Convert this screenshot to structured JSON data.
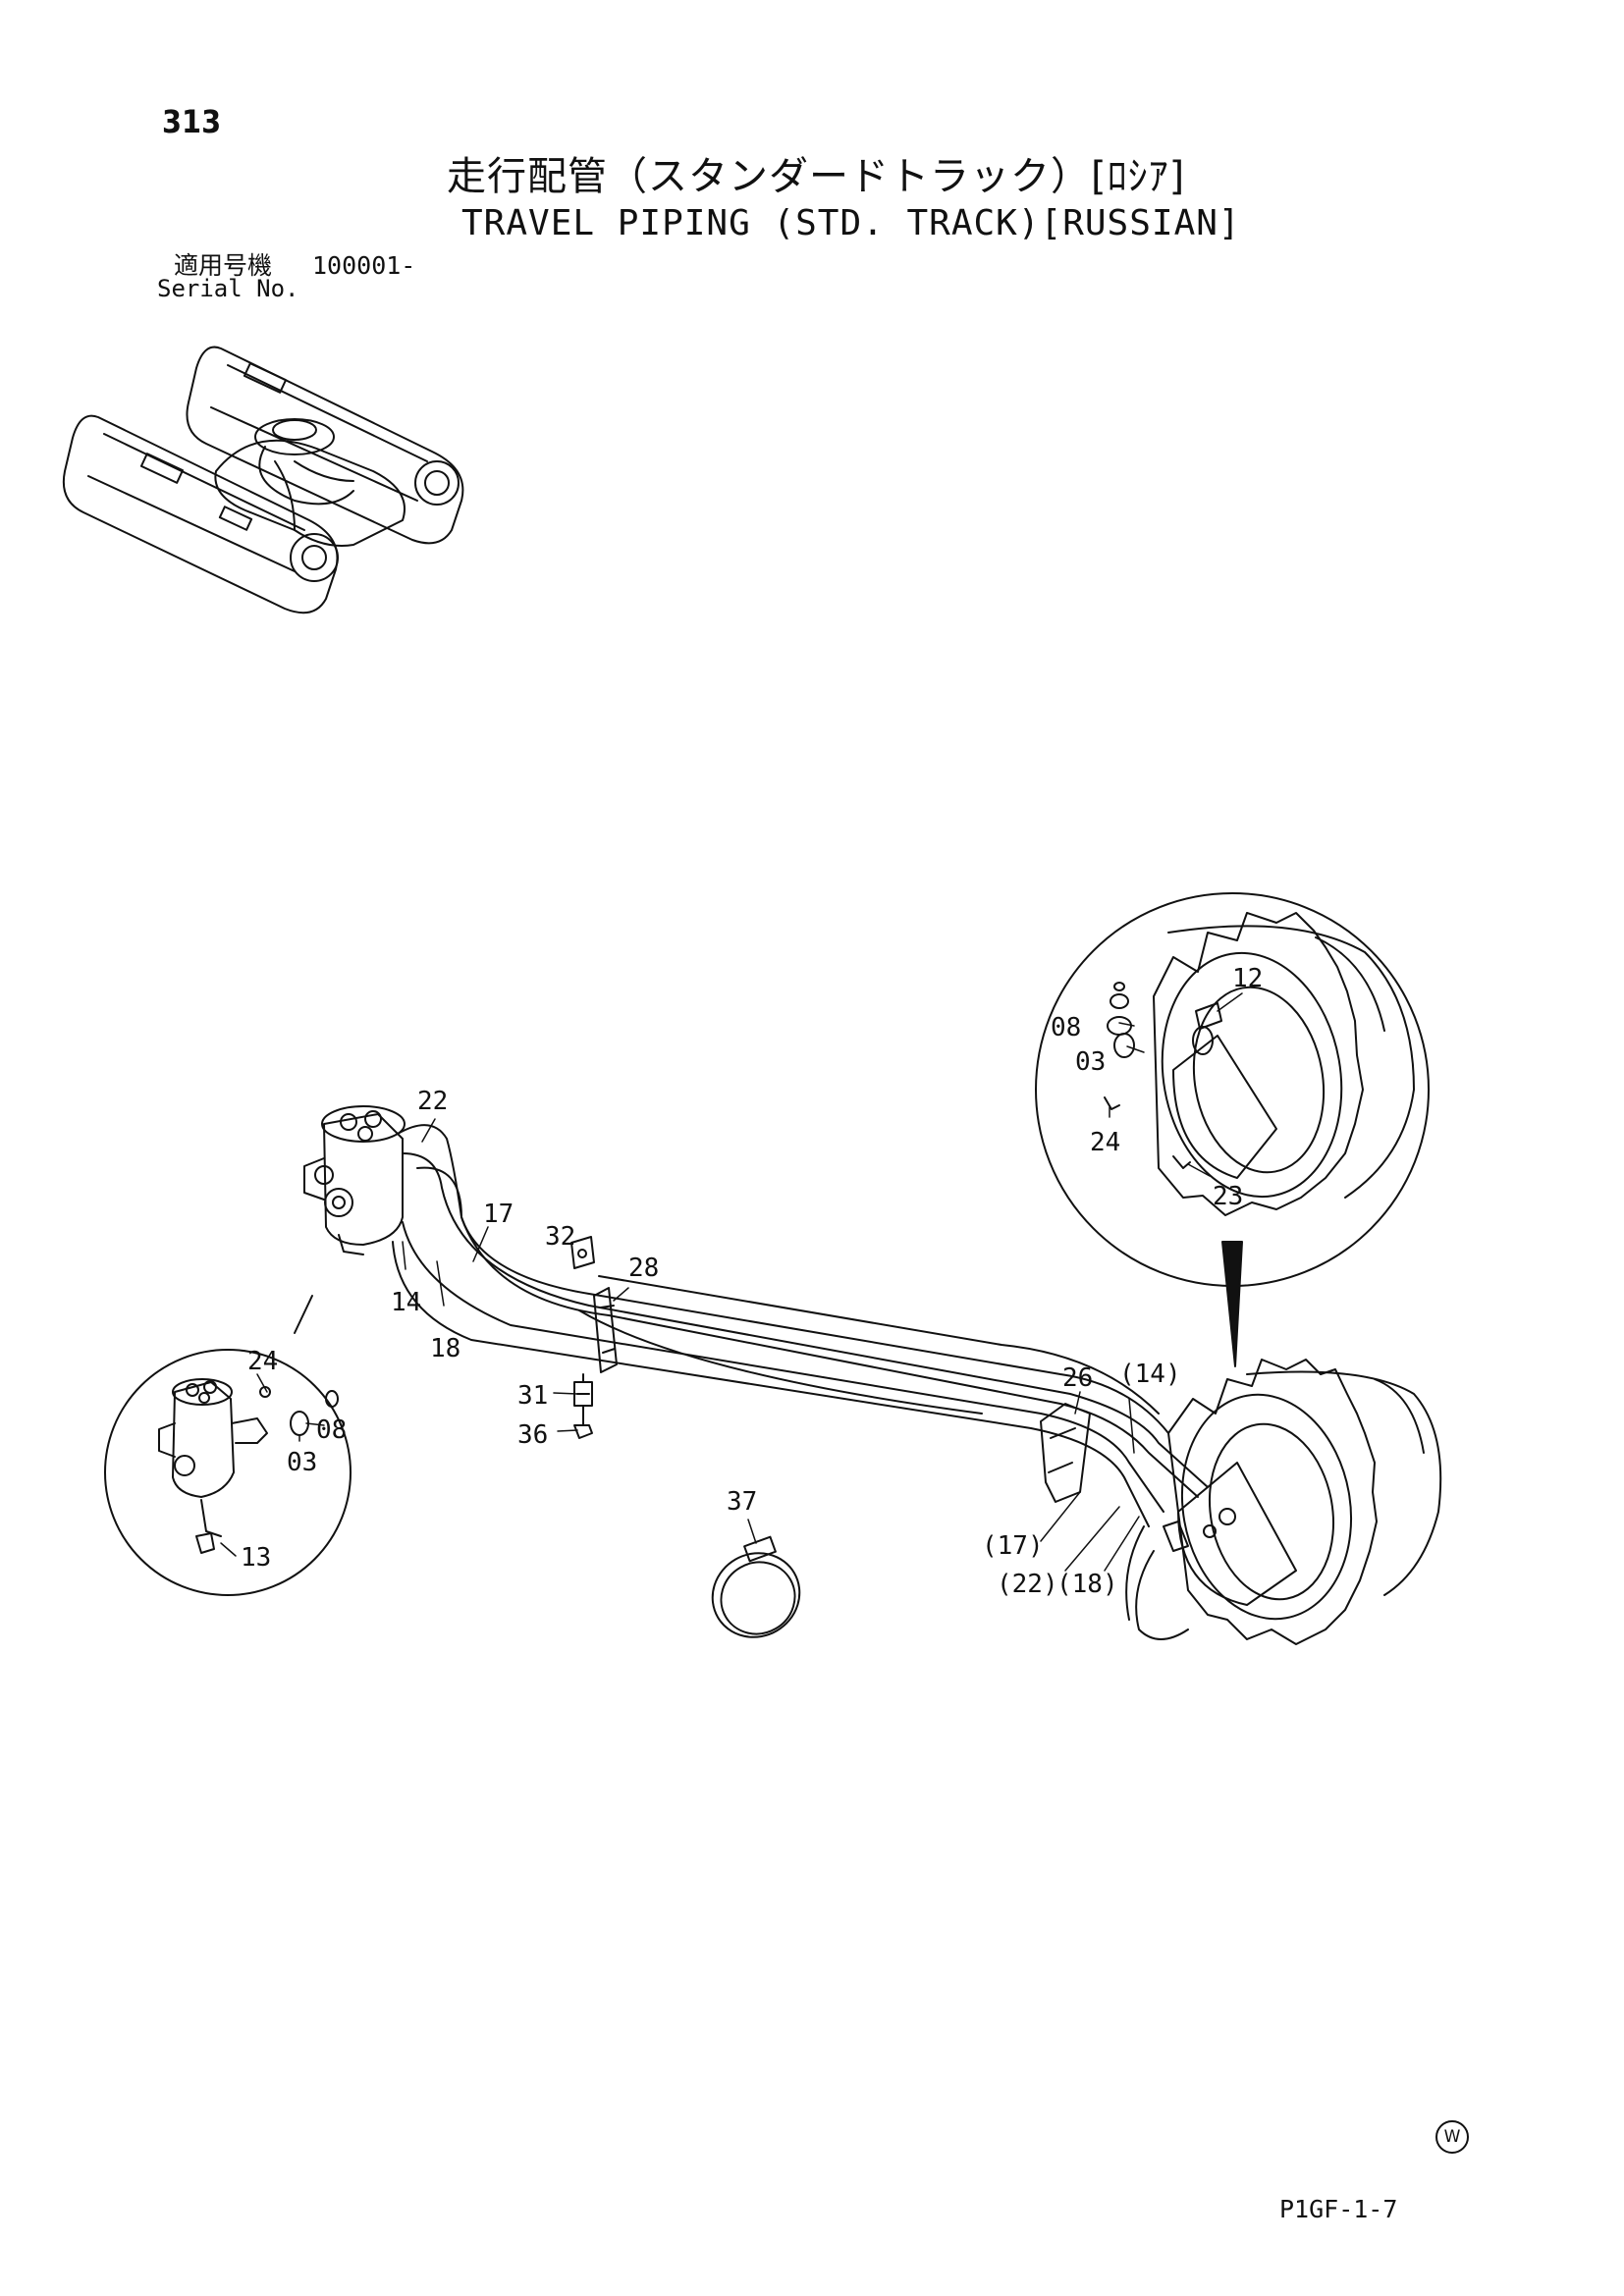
{
  "header": {
    "page_number": "313",
    "title_jp": "走行配管（スタンダードトラック）[ﾛｼｱ]",
    "title_en": "TRAVEL PIPING (STD. TRACK)[RUSSIAN]",
    "serial_label_jp": "適用号機",
    "serial_value": "100001-",
    "serial_label_en": "Serial No."
  },
  "callouts": {
    "c22": "22",
    "c17": "17",
    "c32": "32",
    "c28": "28",
    "c14": "14",
    "c18": "18",
    "c31": "31",
    "c36": "36",
    "c37": "37",
    "c26": "26",
    "c14p": "(14)",
    "c17p": "(17)",
    "c22p": "(22)",
    "c18p": "(18)",
    "d24": "24",
    "d08": "08",
    "d03": "03",
    "d13": "13",
    "e12": "12",
    "e08": "08",
    "e03": "03",
    "e24": "24",
    "e23": "23"
  },
  "footer": {
    "maker_mark": "W",
    "page_code": "P1GF-1-7"
  }
}
